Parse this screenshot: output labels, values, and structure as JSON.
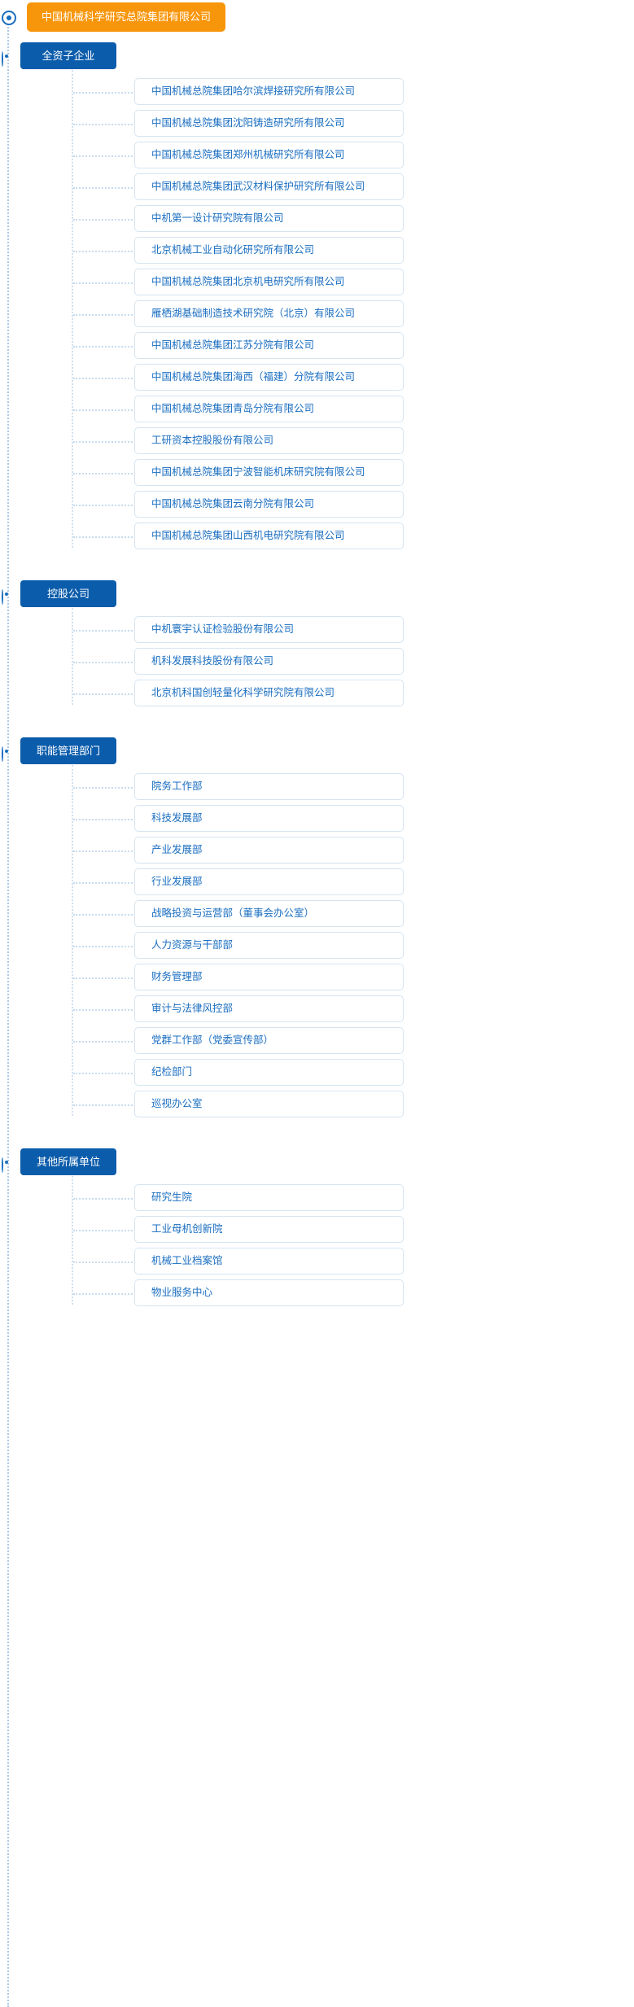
{
  "colors": {
    "root_bg": "#f8960b",
    "group_bg": "#0b5cab",
    "item_text": "#1a6ec0",
    "item_border": "#d6e4f0",
    "line": "#aec9e3"
  },
  "root": {
    "label": "中国机械科学研究总院集团有限公司"
  },
  "groups": [
    {
      "label": "全资子企业",
      "items": [
        "中国机械总院集团哈尔滨焊接研究所有限公司",
        "中国机械总院集团沈阳铸造研究所有限公司",
        "中国机械总院集团郑州机械研究所有限公司",
        "中国机械总院集团武汉材料保护研究所有限公司",
        "中机第一设计研究院有限公司",
        "北京机械工业自动化研究所有限公司",
        "中国机械总院集团北京机电研究所有限公司",
        "雁栖湖基础制造技术研究院（北京）有限公司",
        "中国机械总院集团江苏分院有限公司",
        "中国机械总院集团海西（福建）分院有限公司",
        "中国机械总院集团青岛分院有限公司",
        "工研资本控股股份有限公司",
        "中国机械总院集团宁波智能机床研究院有限公司",
        "中国机械总院集团云南分院有限公司",
        "中国机械总院集团山西机电研究院有限公司"
      ]
    },
    {
      "label": "控股公司",
      "items": [
        "中机寰宇认证检验股份有限公司",
        "机科发展科技股份有限公司",
        "北京机科国创轻量化科学研究院有限公司"
      ]
    },
    {
      "label": "职能管理部门",
      "items": [
        "院务工作部",
        "科技发展部",
        "产业发展部",
        "行业发展部",
        "战略投资与运营部（董事会办公室）",
        "人力资源与干部部",
        "财务管理部",
        "审计与法律风控部",
        "党群工作部（党委宣传部）",
        "纪检部门",
        "巡视办公室"
      ]
    },
    {
      "label": "其他所属单位",
      "items": [
        "研究生院",
        "工业母机创新院",
        "机械工业档案馆",
        "物业服务中心"
      ]
    }
  ],
  "icons": {
    "node_marker": "node-marker-icon"
  }
}
